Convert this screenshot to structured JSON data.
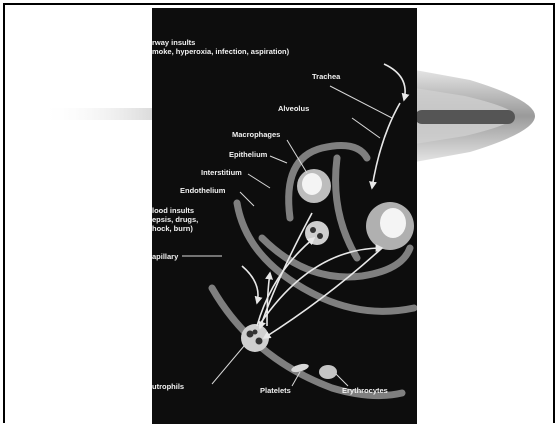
{
  "labels": {
    "airway_insults_line1": "rway insults",
    "airway_insults_line2": "moke, hyperoxia, infection, aspiration)",
    "trachea": "Trachea",
    "alveolus": "Alveolus",
    "macrophages": "Macrophages",
    "epithelium": "Epithelium",
    "interstitium": "Interstitium",
    "endothelium": "Endothelium",
    "blood_insults_line1": "lood insults",
    "blood_insults_line2": "epsis, drugs,",
    "blood_insults_line3": "hock, burn)",
    "capillary": "apillary",
    "neutrophils": "utrophils",
    "platelets": "Platelets",
    "erythrocytes": "Erythrocytes"
  },
  "colors": {
    "figure_background": "#0d0d0d",
    "label_text": "#f2f2f2",
    "slide_background": "#ffffff"
  }
}
